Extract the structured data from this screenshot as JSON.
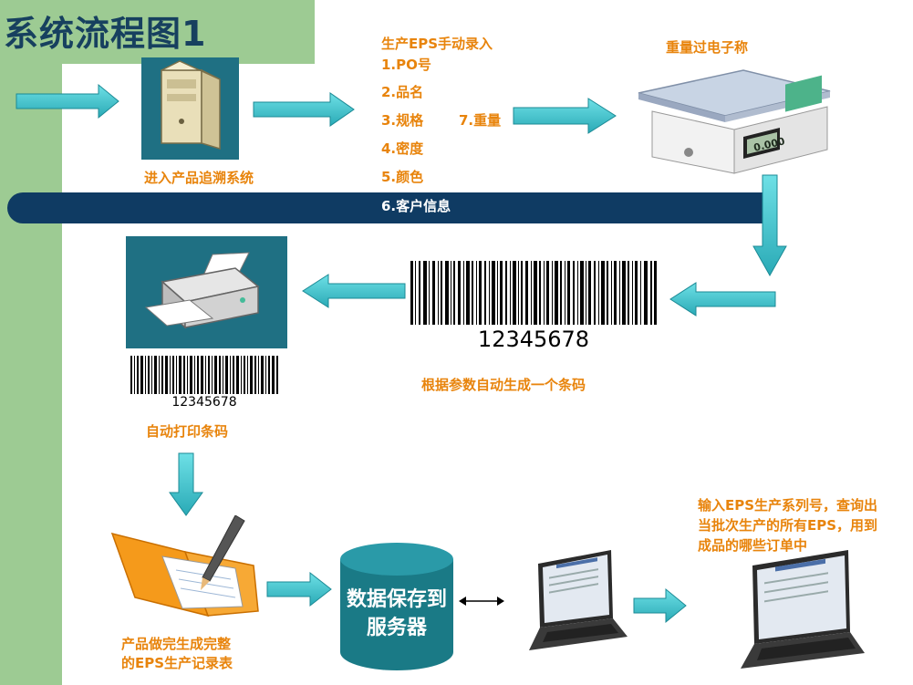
{
  "title": "系统流程图1",
  "steps": {
    "enter_system": "进入产品追溯系统",
    "manual_entry_heading": "生产EPS手动录入",
    "fields": [
      "1.PO号",
      "2.品名",
      "3.规格",
      "4.密度",
      "5.颜色",
      "6.客户信息"
    ],
    "weight_field": "7.重量",
    "scale_label": "重量过电子称",
    "auto_barcode": "根据参数自动生成一个条码",
    "auto_print": "自动打印条码",
    "record_sheet_line1": "产品做完生成完整",
    "record_sheet_line2": "的EPS生产记录表",
    "server_line1": "数据保存到",
    "server_line2": "服务器",
    "query_line1": "输入EPS生产系列号，查询出",
    "query_line2": "当批次生产的所有EPS，用到",
    "query_line3": "成品的哪些订单中"
  },
  "barcode_number": "12345678",
  "scale_display": "0.000",
  "colors": {
    "accent_orange": "#e8840c",
    "arrow_teal": "#3cc6d0",
    "navy": "#0f3b63",
    "green": "#9dcb93",
    "teal_box": "#1f7083"
  },
  "icons": [
    "computer-tower-icon",
    "weighing-scale-icon",
    "printer-icon",
    "barcode-icon",
    "notebook-pencil-icon",
    "database-cylinder-icon",
    "laptop-icon"
  ]
}
